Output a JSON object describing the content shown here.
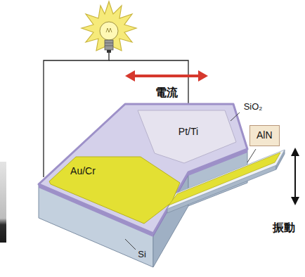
{
  "diagram": {
    "nodes": [
      {
        "text": [
          "AlN"
        ]
      }
    ],
    "labels": [
      "電流",
      "SiO₂",
      "Pt/Ti",
      "Au/Cr",
      "Si",
      "振動"
    ]
  }
}
